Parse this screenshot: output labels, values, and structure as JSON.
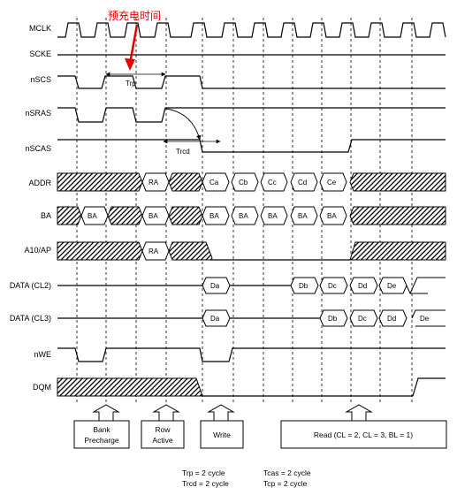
{
  "annotation": "预充电时间",
  "signals": {
    "mclk": "MCLK",
    "scke": "SCKE",
    "nscs": "nSCS",
    "nsras": "nSRAS",
    "nscas": "nSCAS",
    "addr": "ADDR",
    "ba": "BA",
    "a10ap": "A10/AP",
    "data_cl2": "DATA (CL2)",
    "data_cl3": "DATA (CL3)",
    "nwe": "nWE",
    "dqm": "DQM"
  },
  "timing_labels": {
    "trp": "Trp",
    "trcd": "Trcd"
  },
  "addr_cells": [
    "RA",
    "Ca",
    "Cb",
    "Cc",
    "Cd",
    "Ce"
  ],
  "ba_cells": [
    "BA",
    "BA",
    "BA",
    "BA",
    "BA",
    "BA",
    "BA"
  ],
  "a10_cells": [
    "RA"
  ],
  "data_cl2_cells": [
    "Da",
    "Db",
    "Dc",
    "Dd",
    "De"
  ],
  "data_cl3_cells": [
    "Da",
    "Db",
    "Dc",
    "Dd",
    "De"
  ],
  "commands": {
    "bank_precharge_1": "Bank",
    "bank_precharge_2": "Precharge",
    "row_active_1": "Row",
    "row_active_2": "Active",
    "write": "Write",
    "read": "Read (CL = 2, CL = 3, BL = 1)"
  },
  "notes": {
    "trp": "Trp = 2 cycle",
    "trcd": "Trcd = 2 cycle",
    "tcas": "Tcas = 2 cycle",
    "tcp": "Tcp = 2 cycle"
  },
  "colors": {
    "annotation": "#e00000",
    "line": "#000000"
  }
}
